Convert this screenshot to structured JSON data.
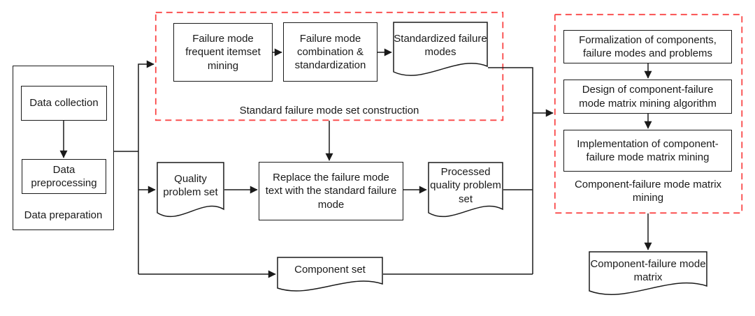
{
  "colors": {
    "line": "#1a1a1a",
    "group_dash_border": "#fa4646",
    "background": "#ffffff"
  },
  "groups": {
    "data_preparation": {
      "label": "Data preparation"
    },
    "standard_fm_construction": {
      "label": "Standard failure mode set construction"
    },
    "cfm_mining": {
      "label": "Component-failure mode matrix mining"
    }
  },
  "process_nodes": {
    "data_collection": {
      "label": "Data collection"
    },
    "data_preprocessing": {
      "label": "Data preprocessing"
    },
    "fm_frequent_itemset_mining": {
      "label": "Failure mode frequent itemset mining"
    },
    "fm_combination_standardization": {
      "label": "Failure mode combination & standardization"
    },
    "replace_failure_mode_text": {
      "label": "Replace the failure mode text with the standard failure mode"
    },
    "formalization": {
      "label": "Formalization of components, failure modes and problems"
    },
    "design_algorithm": {
      "label": "Design of component-failure mode matrix mining algorithm"
    },
    "implementation": {
      "label": "Implementation of component-failure mode matrix mining"
    }
  },
  "document_nodes": {
    "standardized_failure_modes": {
      "label": "Standardized failure modes"
    },
    "quality_problem_set": {
      "label": "Quality problem set"
    },
    "processed_quality_problem_set": {
      "label": "Processed quality problem set"
    },
    "component_set": {
      "label": "Component set"
    },
    "component_failure_mode_matrix": {
      "label": "Component-failure mode matrix"
    }
  }
}
